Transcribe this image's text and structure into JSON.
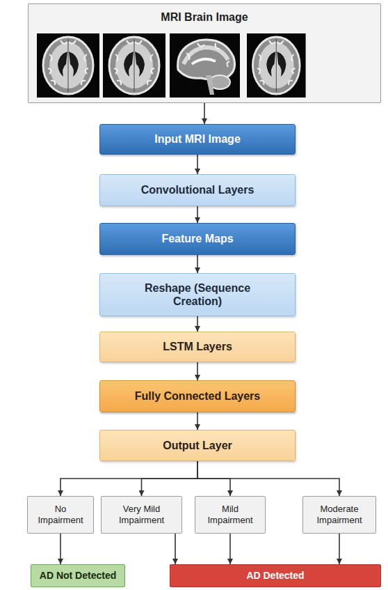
{
  "diagram": {
    "nodes": [
      {
        "text": [
          "MRI Brain Image"
        ]
      },
      {
        "text": [
          "Input MRI Image"
        ]
      },
      {
        "text": [
          "Convolutional Layers"
        ]
      },
      {
        "text": [
          "Feature Maps"
        ]
      },
      {
        "text": [
          "Reshape (Sequence Creation)"
        ]
      },
      {
        "text": [
          "LSTM Layers"
        ]
      },
      {
        "text": [
          "Fully Connected Layers"
        ]
      },
      {
        "text": [
          "Output Layer"
        ]
      },
      {
        "text": [
          "No Impairment"
        ]
      },
      {
        "text": [
          "Very Mild Impairment"
        ]
      },
      {
        "text": [
          "Mild Impairment"
        ]
      },
      {
        "text": [
          "Moderate Impairment"
        ]
      },
      {
        "text": [
          "AD Not Detected"
        ]
      },
      {
        "text": [
          "AD Detected"
        ]
      }
    ],
    "edges": [
      {
        "from": 0,
        "to": 1,
        "arrow": "to"
      },
      {
        "from": 1,
        "to": 2,
        "arrow": "to"
      },
      {
        "from": 2,
        "to": 3,
        "arrow": "to"
      },
      {
        "from": 3,
        "to": 4,
        "arrow": "to"
      },
      {
        "from": 4,
        "to": 5,
        "arrow": "to"
      },
      {
        "from": 5,
        "to": 6,
        "arrow": "to"
      },
      {
        "from": 6,
        "to": 7,
        "arrow": "to"
      },
      {
        "from": 7,
        "to": 8,
        "arrow": "to"
      },
      {
        "from": 7,
        "to": 9,
        "arrow": "to"
      },
      {
        "from": 7,
        "to": 10,
        "arrow": "to"
      },
      {
        "from": 7,
        "to": 11,
        "arrow": "to"
      },
      {
        "from": 8,
        "to": 12,
        "arrow": "to"
      },
      {
        "from": 9,
        "to": 13,
        "arrow": "to"
      },
      {
        "from": 10,
        "to": 13,
        "arrow": "to"
      },
      {
        "from": 11,
        "to": 13,
        "arrow": "to"
      }
    ]
  }
}
